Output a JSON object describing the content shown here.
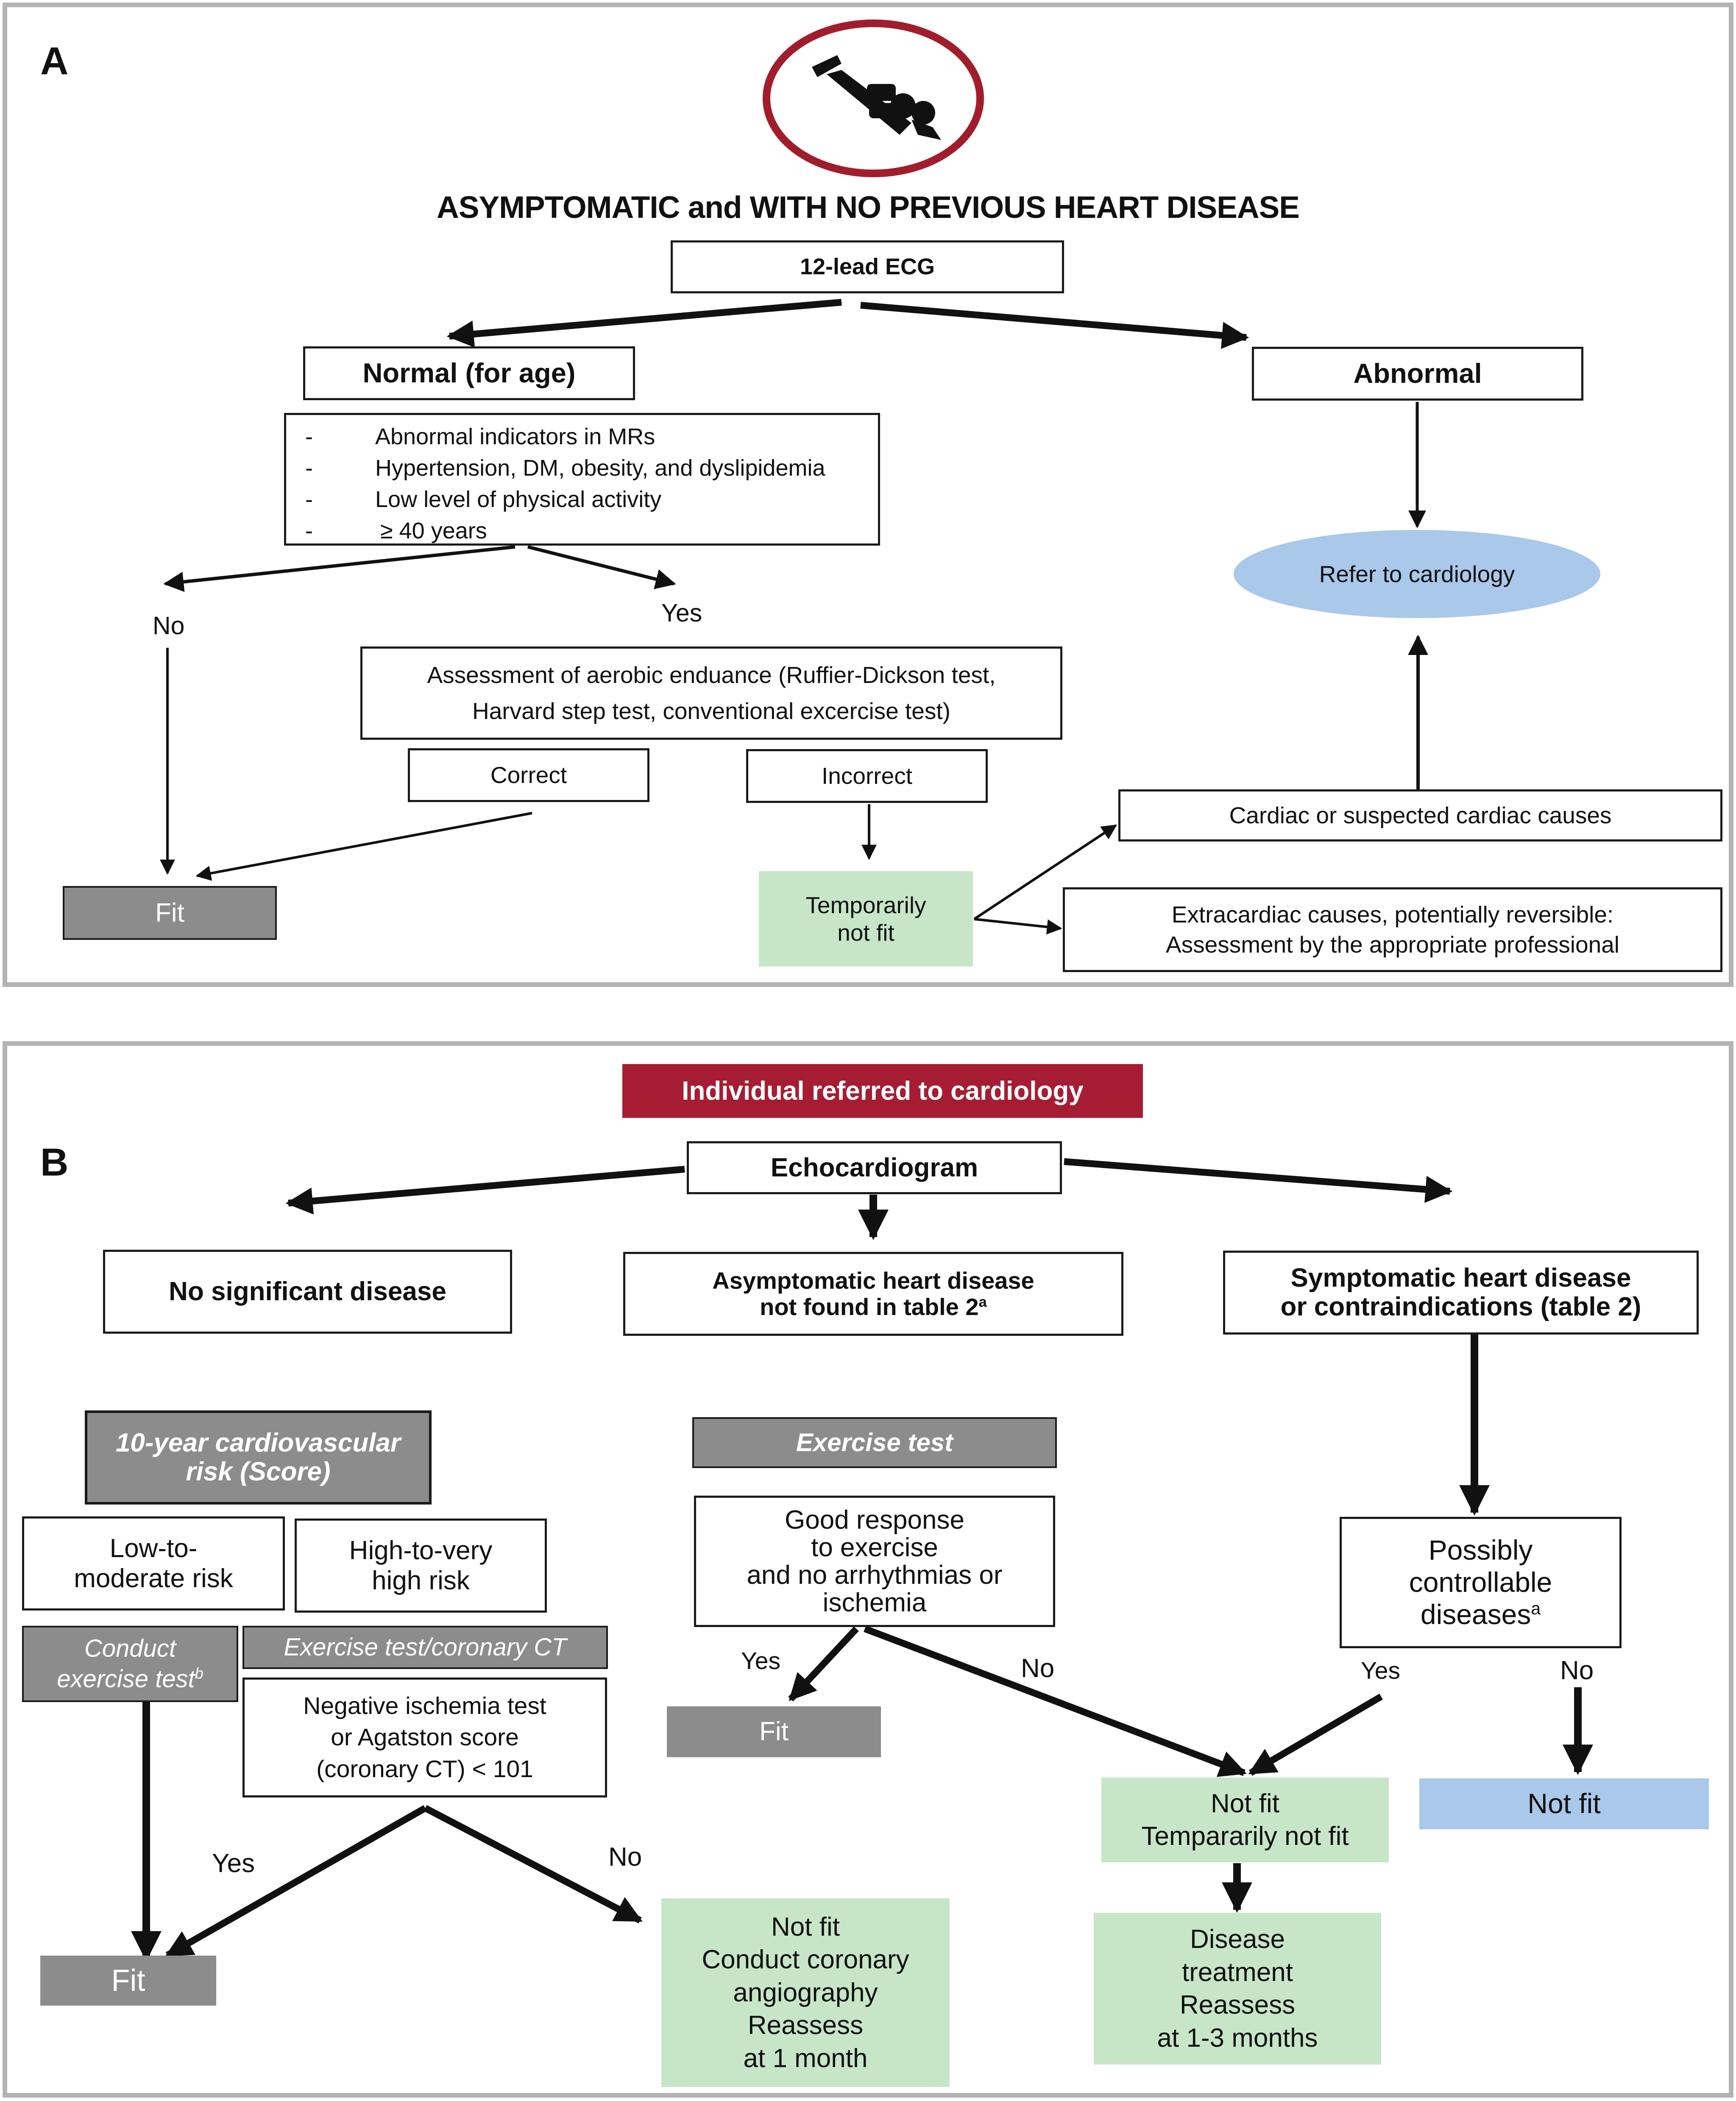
{
  "panel_a": {
    "label": "A",
    "title": "ASYMPTOMATIC and WITH NO PREVIOUS HEART DISEASE",
    "icon": "scuba-diver-icon",
    "ecg": "12-lead ECG",
    "normal": "Normal (for age)",
    "abnormal": "Abnormal",
    "criteria_dash": "-",
    "criteria": [
      "Abnormal indicators in MRs",
      "Hypertension, DM, obesity, and dyslipidemia",
      "Low level of physical activity",
      "≥ 40 years"
    ],
    "no": "No",
    "yes": "Yes",
    "refer": "Refer to cardiology",
    "assessment_line1": "Assessment of aerobic enduance (Ruffier-Dickson test,",
    "assessment_line2": "Harvard step test, conventional excercise test)",
    "correct": "Correct",
    "incorrect": "Incorrect",
    "fit": "Fit",
    "temp_line1": "Temporarily",
    "temp_line2": "not fit",
    "cardiac": "Cardiac or suspected cardiac causes",
    "extra_line1": "Extracardiac causes, potentially reversible:",
    "extra_line2": "Assessment by the appropriate professional"
  },
  "panel_b": {
    "label": "B",
    "referred": "Individual referred to cardiology",
    "echo": "Echocardiogram",
    "no_disease": "No significant disease",
    "asym_line1": "Asymptomatic heart disease",
    "asym_line2": "not found in table 2",
    "asym_sup": "a",
    "sym_line1": "Symptomatic heart disease",
    "sym_line2": "or contraindications (table 2)",
    "risk_line1": "10-year cardiovascular",
    "risk_line2": "risk (Score)",
    "low_line1": "Low-to-",
    "low_line2": "moderate risk",
    "high_line1": "High-to-very",
    "high_line2": "high risk",
    "conduct_line1": "Conduct",
    "conduct_line2": "exercise test",
    "conduct_sup": "b",
    "ex_ct": "Exercise test/coronary CT",
    "neg_line1": "Negative ischemia test",
    "neg_line2": "or Agatston score",
    "neg_line3": "(coronary CT) < 101",
    "yes": "Yes",
    "no": "No",
    "fit": "Fit",
    "nf_line1": "Not fit",
    "nf_line2": "Conduct coronary",
    "nf_line3": "angiography",
    "nf_line4": "Reassess",
    "nf_line5": "at 1 month",
    "exercise_test": "Exercise test",
    "good_line1": "Good response",
    "good_line2": "to exercise",
    "good_line3": "and no arrhythmias or",
    "good_line4": "ischemia",
    "possibly_line1": "Possibly",
    "possibly_line2": "controllable",
    "possibly_line3": "diseases",
    "possibly_sup": "a",
    "notfit": "Not fit",
    "tnf_line1": "Not fit",
    "tnf_line2": "Tempararily not fit",
    "dis_line1": "Disease",
    "dis_line2": "treatment",
    "dis_line3": "Reassess",
    "dis_line4": "at 1-3 months"
  },
  "colors": {
    "accent_red": "#a61d33",
    "box_gray": "#8c8c8c",
    "box_green": "#c7e6c8",
    "box_blue": "#a9c8ea",
    "refer_ellipse": "#a9c8ea",
    "frame_gray": "#b3b3b3"
  }
}
